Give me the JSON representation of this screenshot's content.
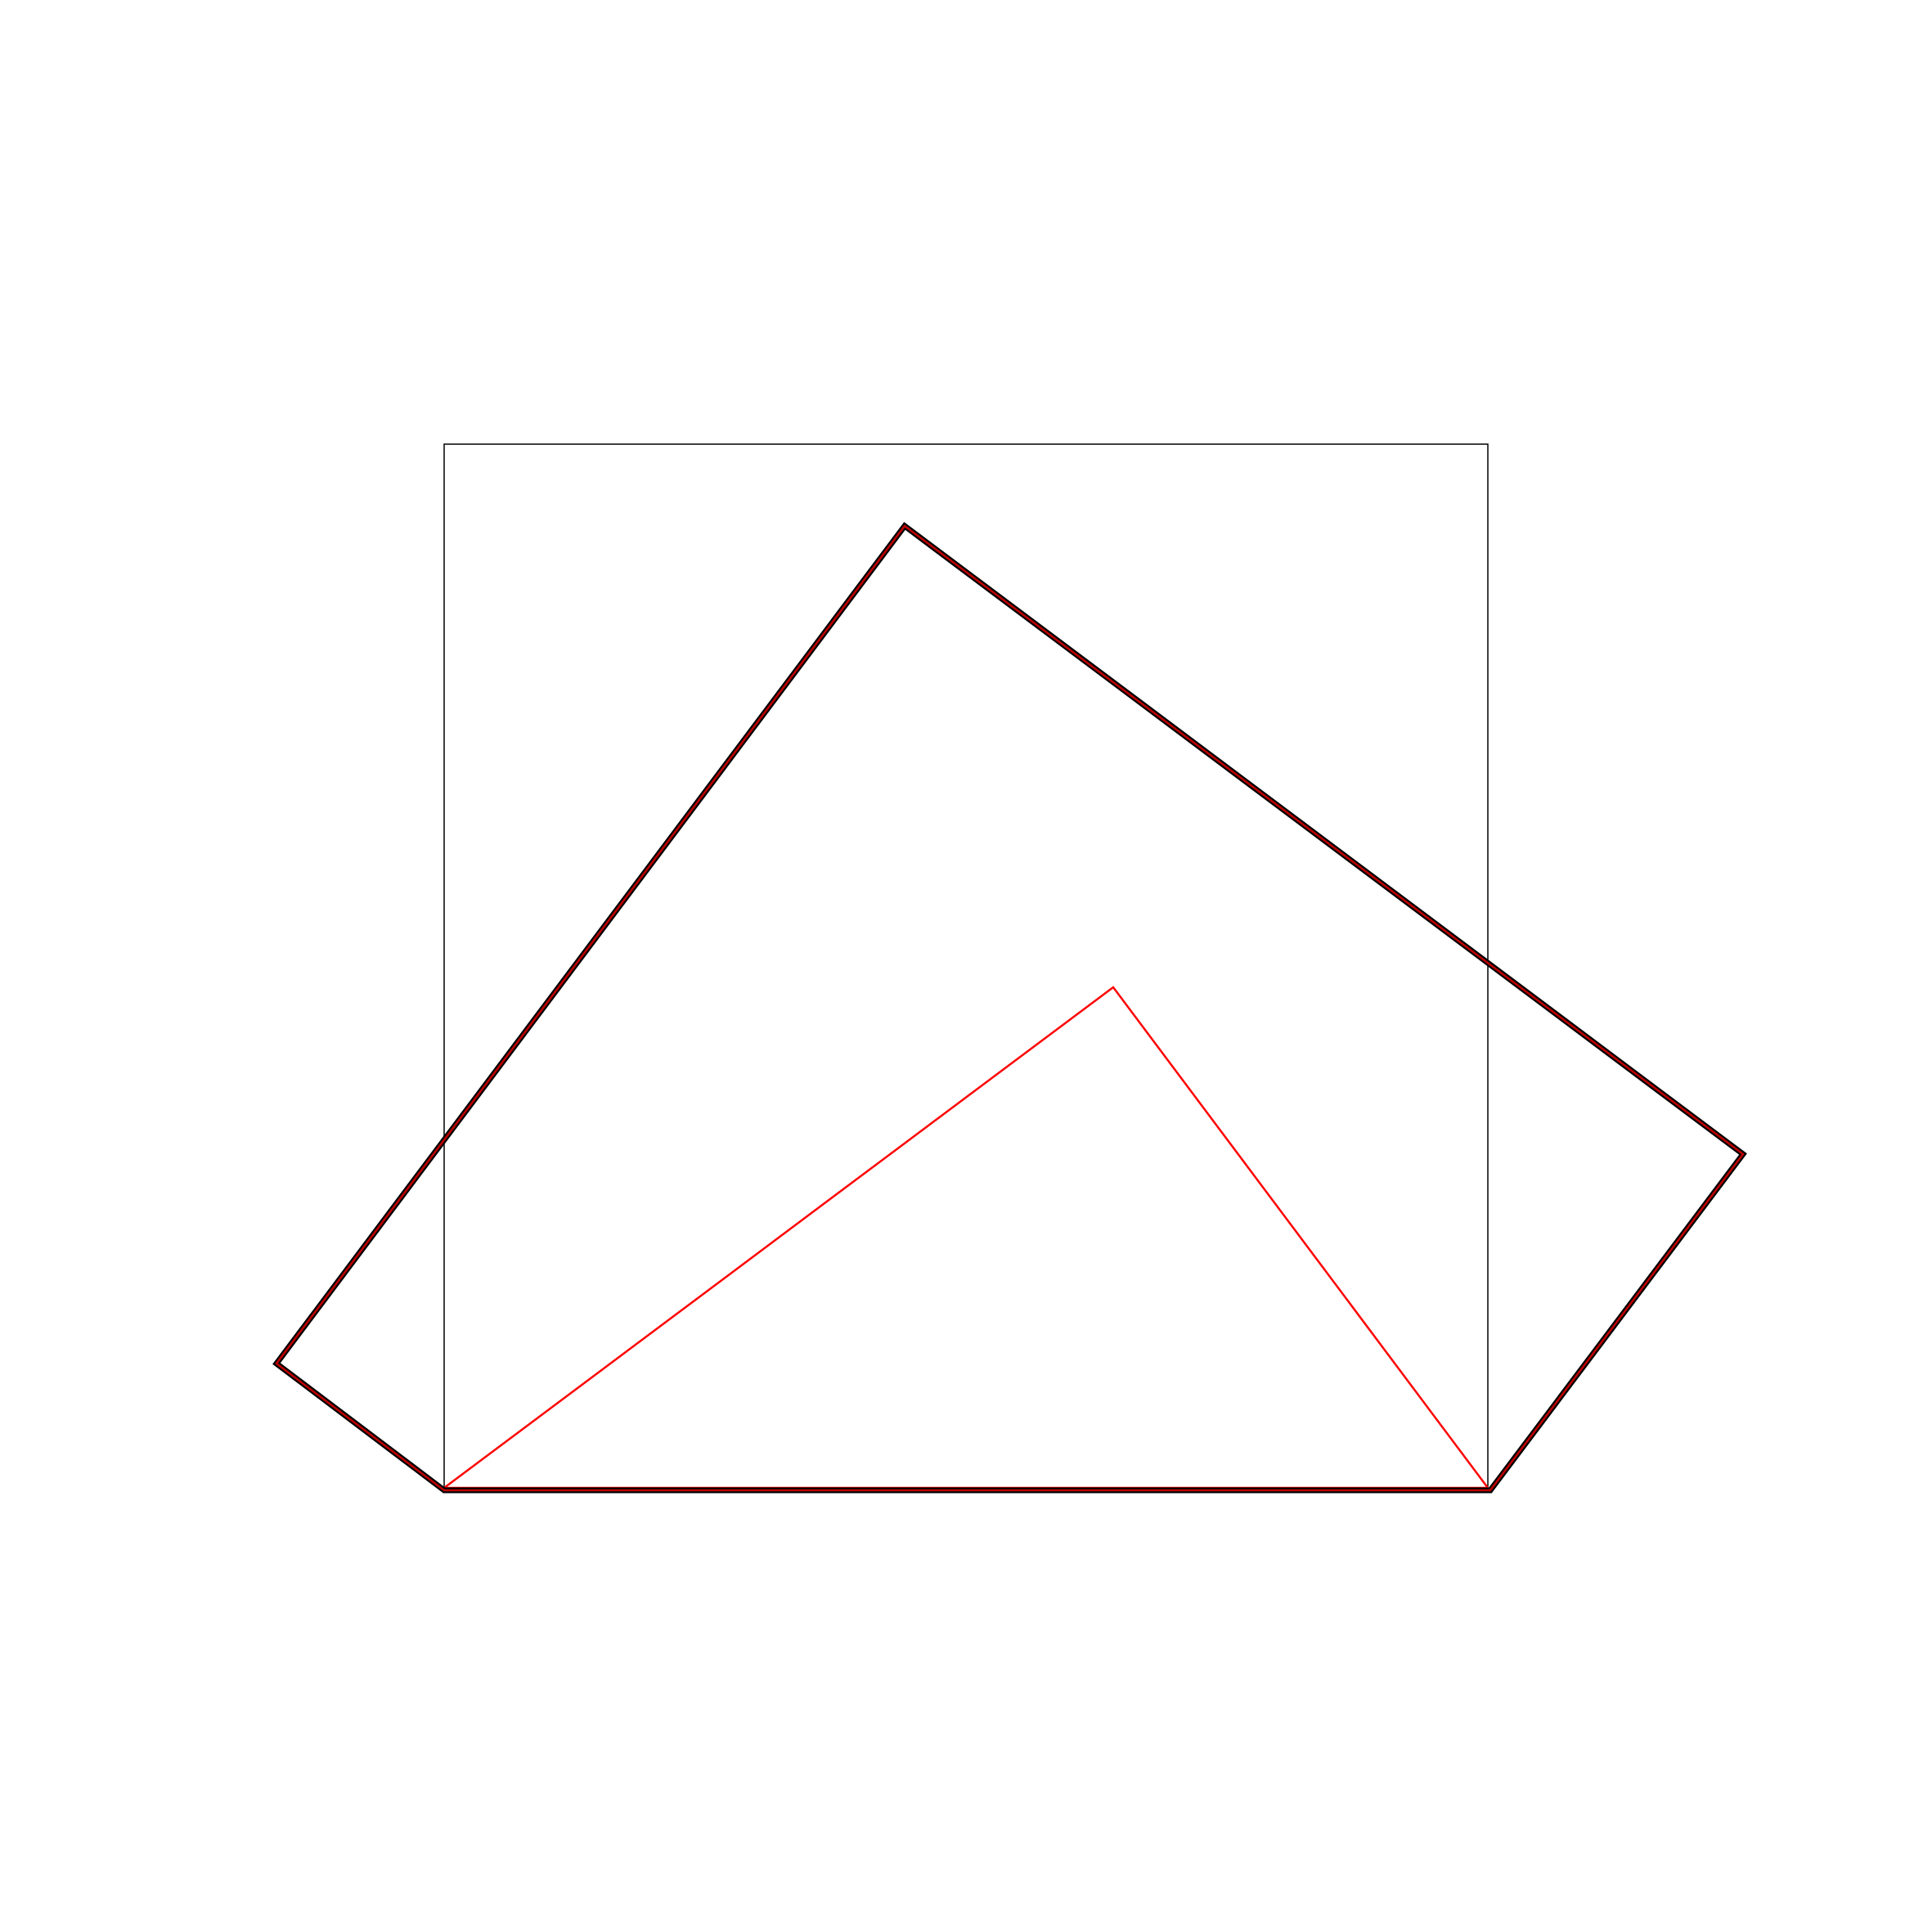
{
  "diagram": {
    "background_color": "#ffffff",
    "shapes": [
      {
        "name": "thin-square",
        "stroke": "#000000"
      },
      {
        "name": "red-triangle",
        "stroke": "#ff0000"
      },
      {
        "name": "pentagon-outer",
        "stroke": "#000000"
      },
      {
        "name": "pentagon-inner",
        "stroke": "#c00000"
      }
    ]
  }
}
